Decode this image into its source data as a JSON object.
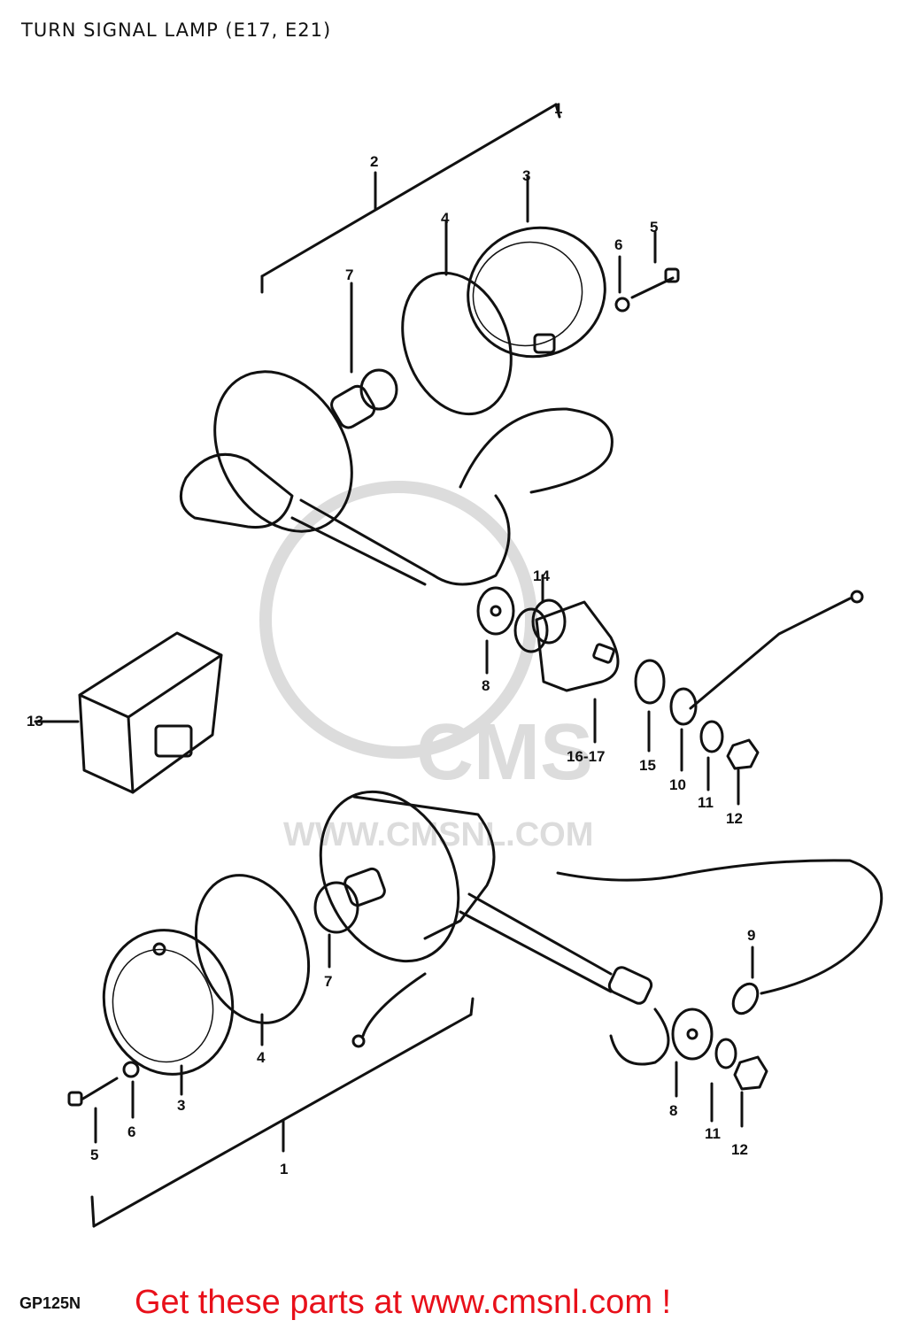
{
  "title": "TURN SIGNAL LAMP (E17, E21)",
  "footer": {
    "model_code": "GP125N",
    "promo": "Get these parts at www.cmsnl.com !"
  },
  "watermark": {
    "logo": "CMS",
    "url": "WWW.CMSNL.COM"
  },
  "callouts": {
    "c1_top": "1",
    "c2": "2",
    "c3_top": "3",
    "c4_top": "4",
    "c5_top": "5",
    "c6_top": "6",
    "c7_top": "7",
    "c14": "14",
    "c8_mid": "8",
    "c13": "13",
    "c16_17": "16-17",
    "c15": "15",
    "c10": "10",
    "c11_mid": "11",
    "c12_mid": "12",
    "c9": "9",
    "c7_bot": "7",
    "c4_bot": "4",
    "c3_bot": "3",
    "c6_bot": "6",
    "c5_bot": "5",
    "c8_bot": "8",
    "c11_bot": "11",
    "c12_bot": "12",
    "c1_bot": "1"
  },
  "colors": {
    "ink": "#111111",
    "promo": "#e8101a",
    "watermark": "#dcdcdc"
  }
}
